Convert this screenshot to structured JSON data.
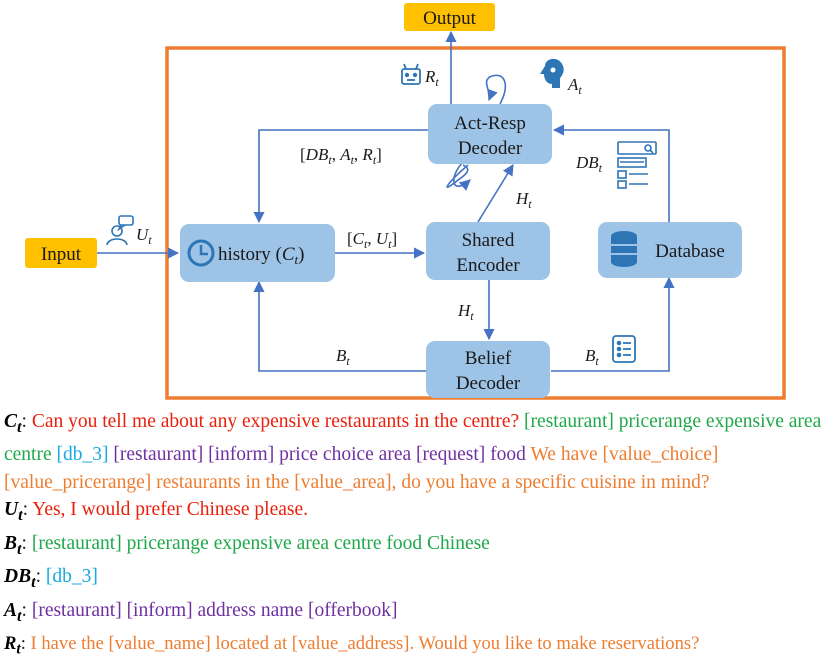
{
  "diagram": {
    "output_label": "Output",
    "input_label": "Input",
    "act_resp_decoder": [
      "Act-Resp",
      "Decoder"
    ],
    "shared_encoder": [
      "Shared",
      "Encoder"
    ],
    "belief_decoder": [
      "Belief",
      "Decoder"
    ],
    "database_label": "Database",
    "history_label": "history (",
    "history_var": "C",
    "history_sub": "t",
    "history_close": ")",
    "edge_labels": {
      "r_t": {
        "main": "R",
        "sub": "t"
      },
      "a_t": {
        "main": "A",
        "sub": "t"
      },
      "u_t": {
        "main": "U",
        "sub": "t"
      },
      "h_t_top": {
        "main": "H",
        "sub": "t"
      },
      "h_t_bottom": {
        "main": "H",
        "sub": "t"
      },
      "b_t_left": {
        "main": "B",
        "sub": "t"
      },
      "b_t_right": {
        "main": "B",
        "sub": "t"
      },
      "db_t": {
        "main": "DB",
        "sub": "t"
      },
      "feedback": "[DB_t, A_t, R_t]",
      "context": "[C_t, U_t]"
    },
    "colors": {
      "frame": "#ed7d31",
      "box_fill": "#9dc3e6",
      "io_fill": "#ffc000",
      "arrow": "#4472c4",
      "icon": "#2e75b6"
    },
    "icons": [
      "robot-icon",
      "brain-icon",
      "user-speech-icon",
      "clock-icon",
      "database-icon",
      "db-table-icon",
      "list-icon"
    ]
  },
  "caption": {
    "c": {
      "var": "C",
      "sub": "t",
      "segments": [
        {
          "text": "Can you tell me about any expensive restaurants in the centre?",
          "color": "red"
        },
        {
          "text": " [restaurant] pricerange expensive area centre",
          "color": "green"
        },
        {
          "text": " [db_3] ",
          "color": "cyan"
        },
        {
          "text": " [restaurant] [inform] price choice area [request] food",
          "color": "purple"
        },
        {
          "text": " We have [value_choice] [value_pricerange] restaurants in the [value_area], do you have a specific cuisine in mind?",
          "color": "orange"
        }
      ]
    },
    "u": {
      "var": "U",
      "sub": "t",
      "text": "Yes, I would prefer Chinese please.",
      "color": "red"
    },
    "b": {
      "var": "B",
      "sub": "t",
      "text": "[restaurant] pricerange expensive area centre food Chinese",
      "color": "green"
    },
    "db": {
      "var": "DB",
      "sub": "t",
      "text": "[db_3]",
      "color": "cyan"
    },
    "a": {
      "var": "A",
      "sub": "t",
      "text": "[restaurant] [inform] address name [offerbook]",
      "color": "purple"
    },
    "r": {
      "var": "R",
      "sub": "t",
      "text": "I have the [value_name] located at [value_address]. Would you like to make reservations?",
      "color": "orange"
    }
  }
}
